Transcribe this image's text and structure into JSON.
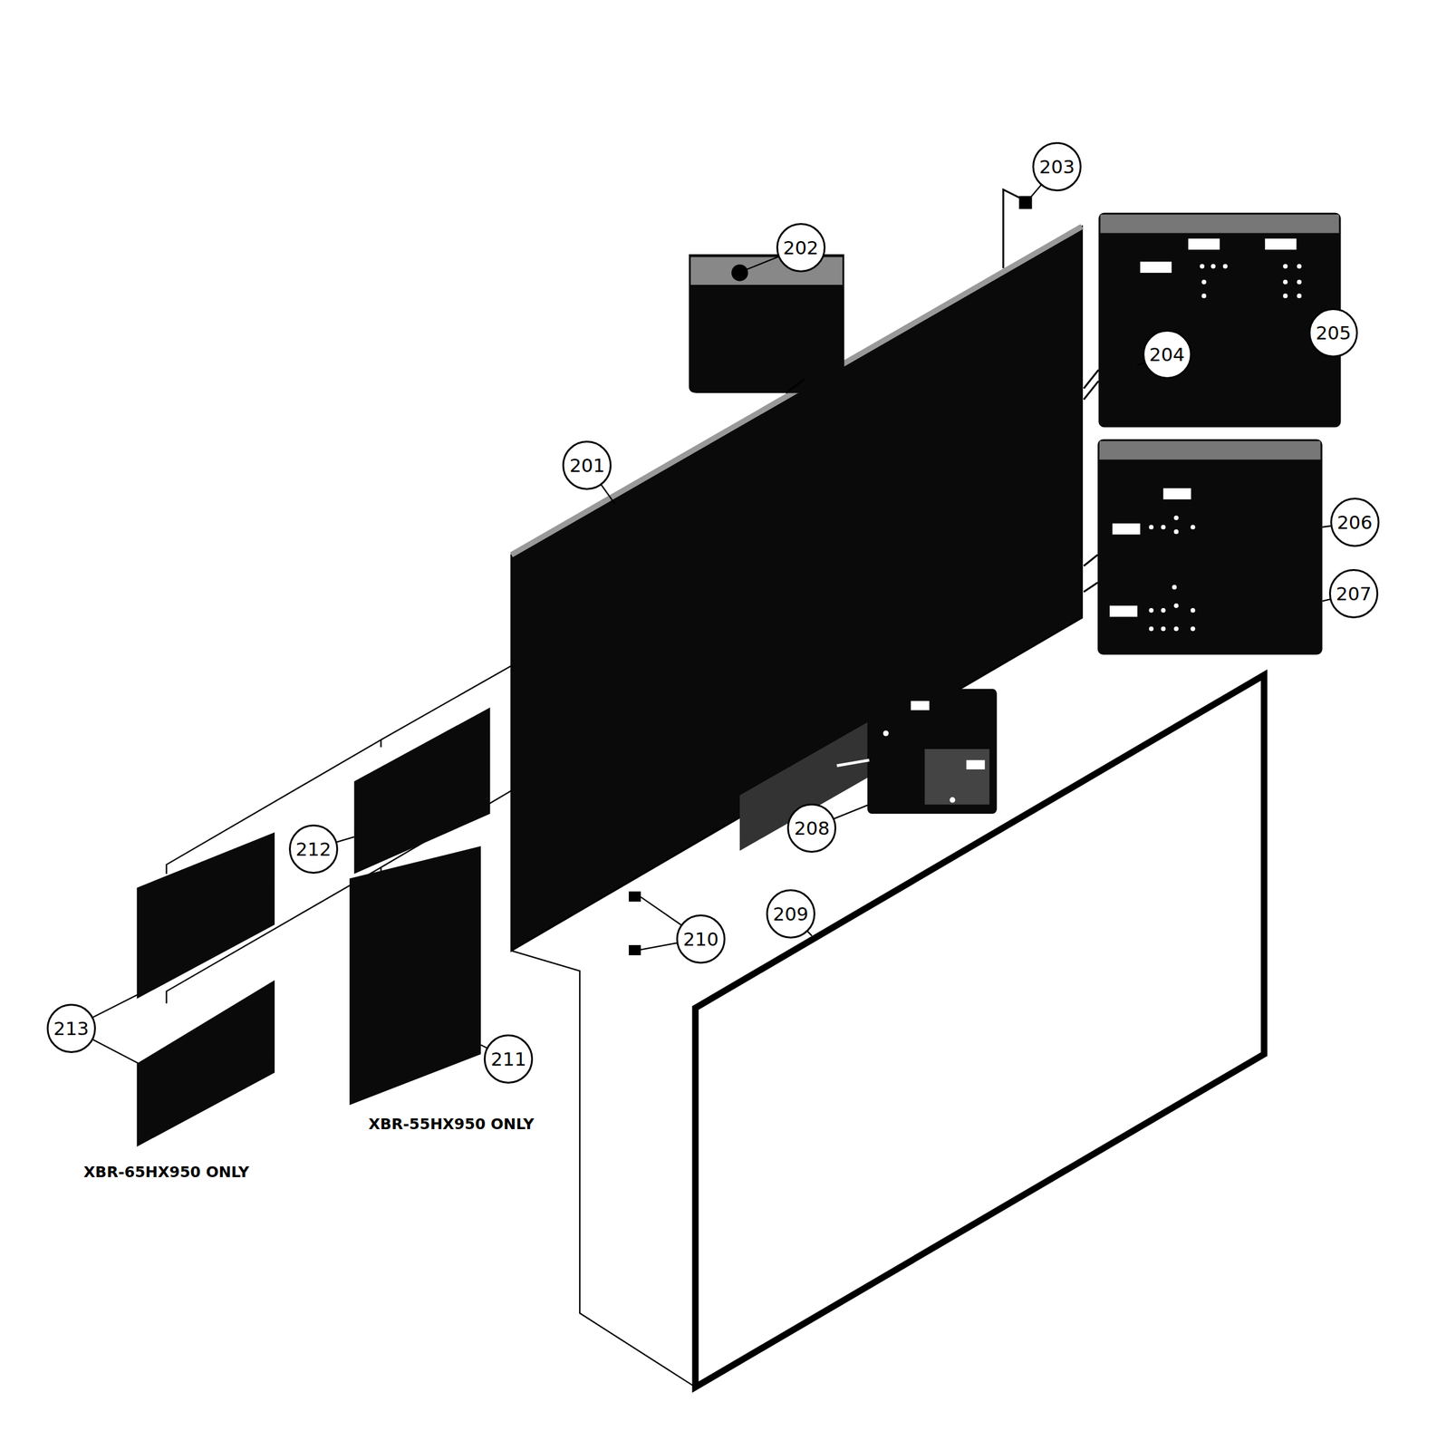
{
  "diagram": {
    "labels": [
      "203",
      "202",
      "201",
      "204",
      "205",
      "206",
      "207",
      "208",
      "209",
      "210",
      "212",
      "213",
      "211",
      "XBR-55HX950 ONLY",
      "XBR-65HX950 ONLY"
    ]
  }
}
